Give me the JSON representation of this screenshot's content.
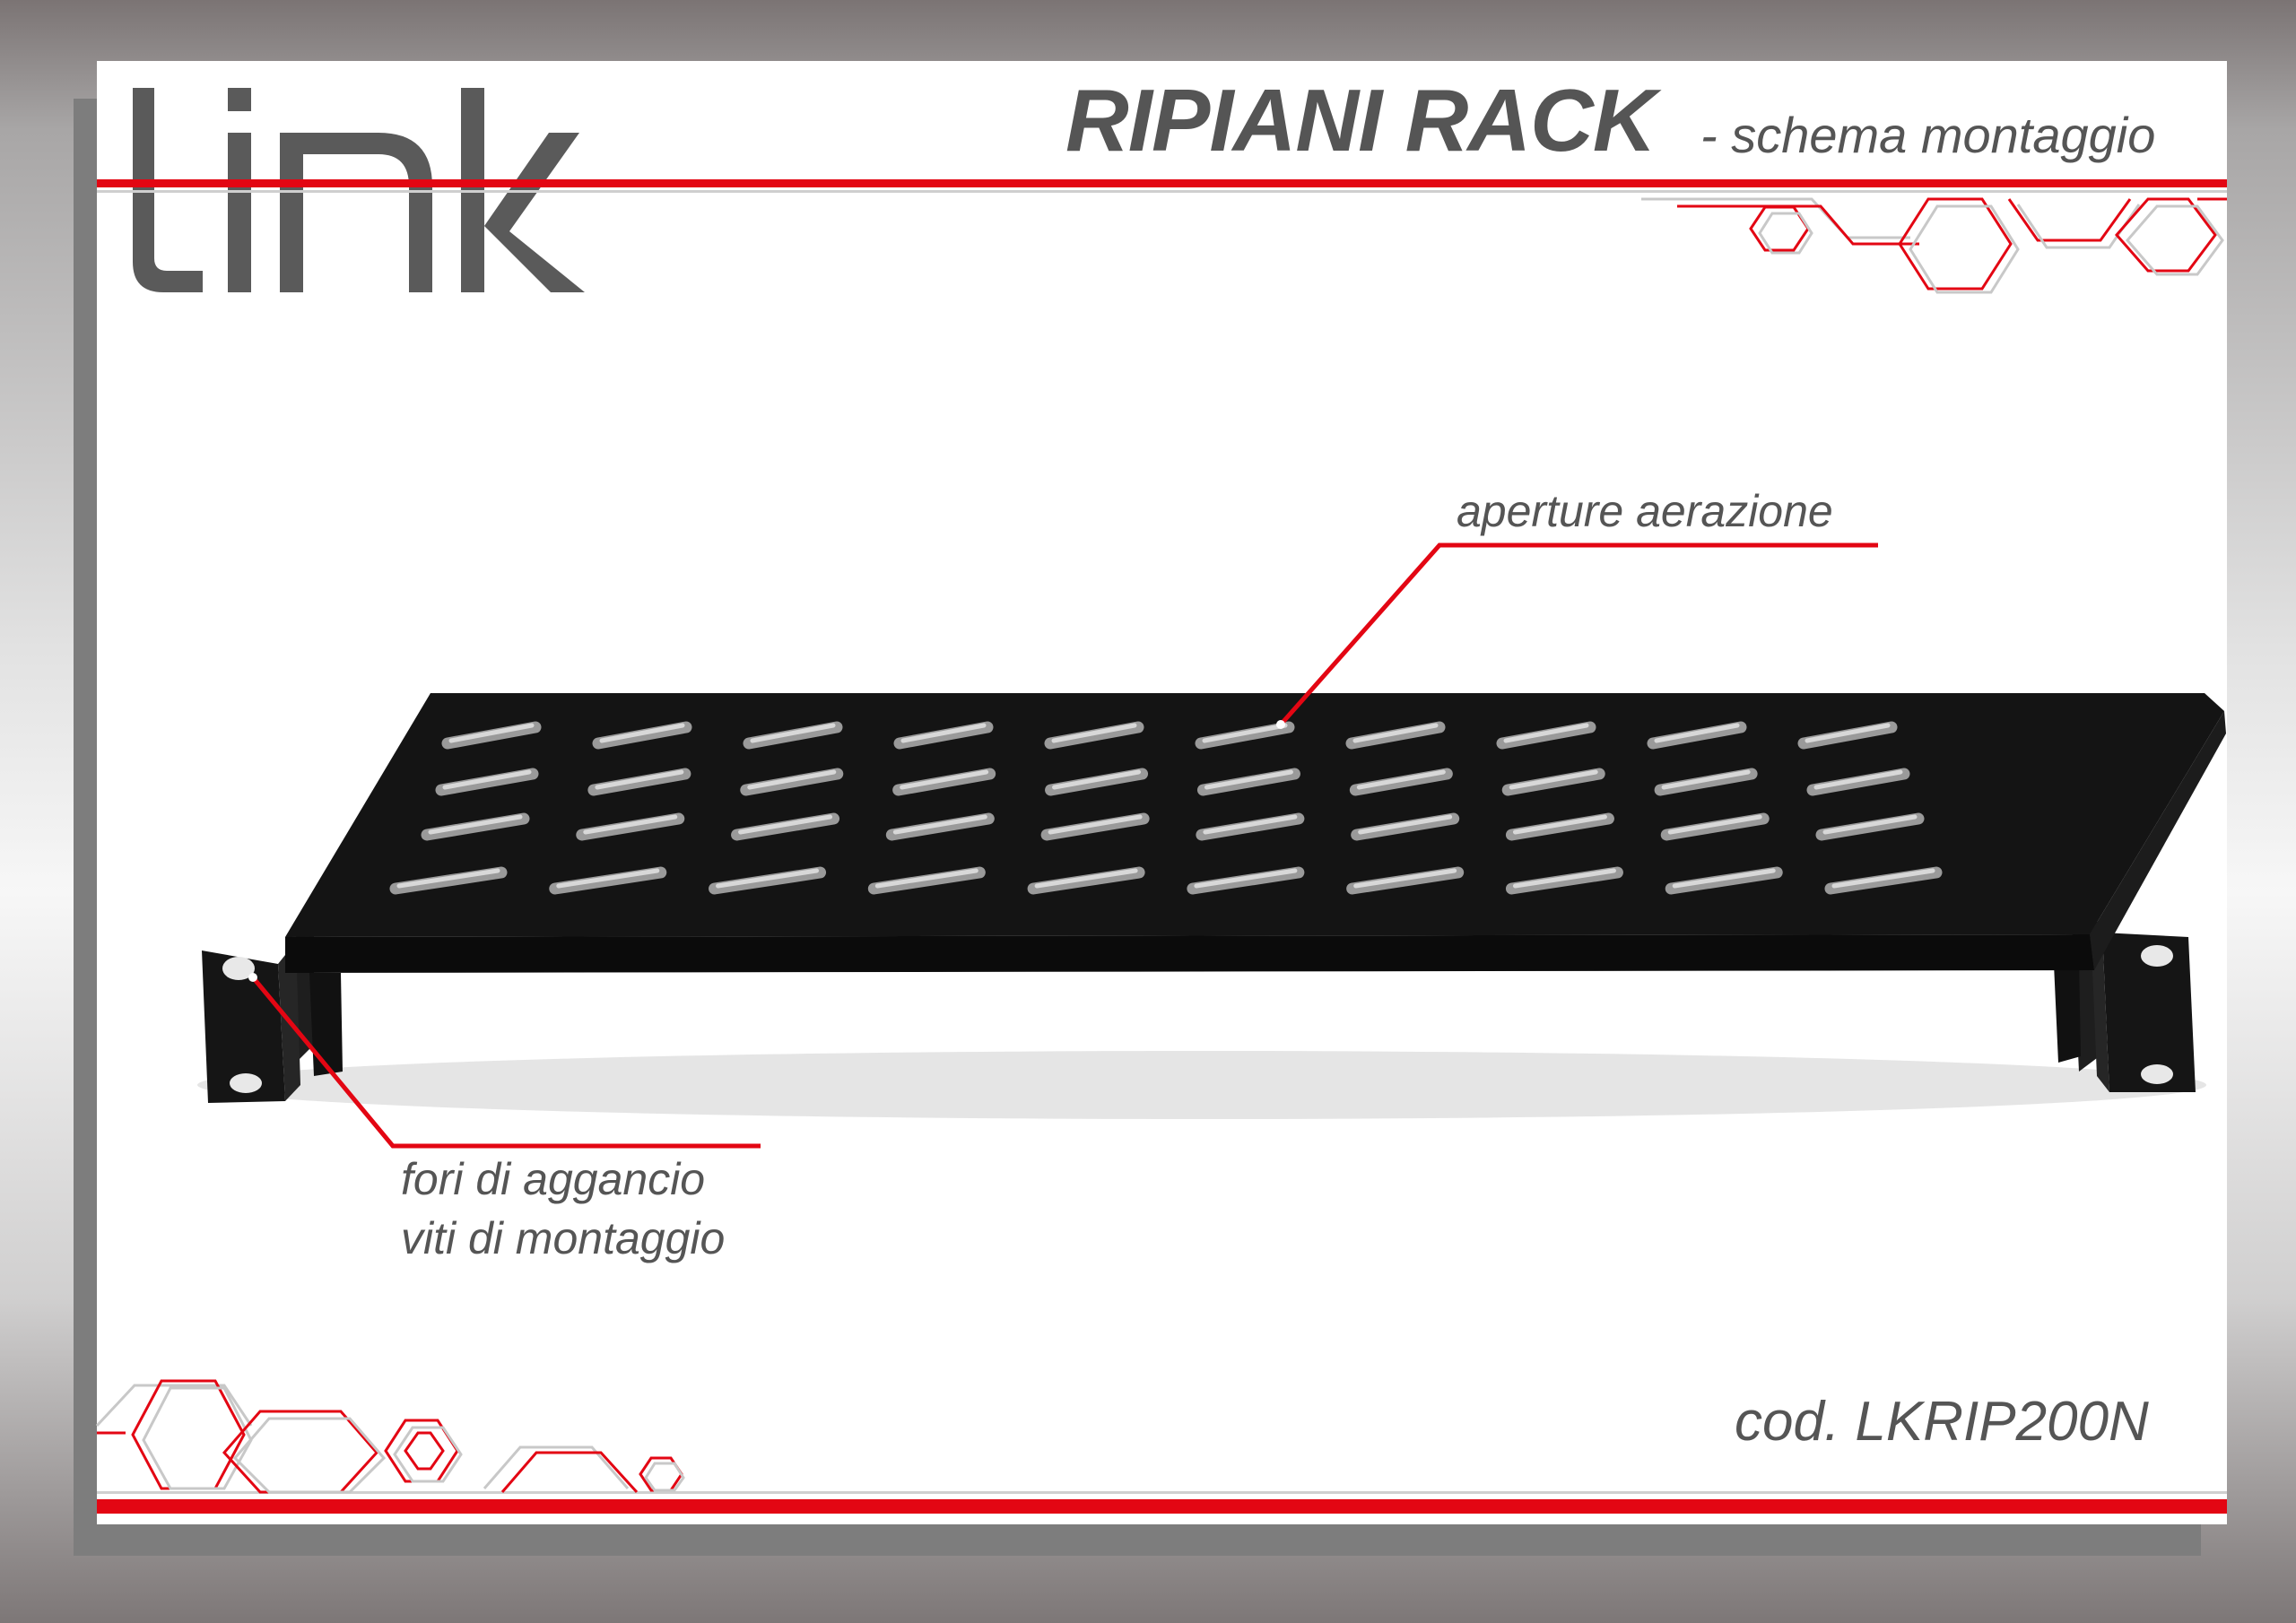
{
  "brand": {
    "logo_text": "link"
  },
  "header": {
    "title": "RIPIANI RACK",
    "subtitle": "- schema montaggio"
  },
  "callouts": {
    "ventilation": "aperture aerazione",
    "mount_holes_line1": "fori di aggancio",
    "mount_holes_line2": "viti di montaggio"
  },
  "product": {
    "code": "cod. LKRIP200N"
  },
  "colors": {
    "accent_red": "#e30613",
    "text_gray": "#555555",
    "logo_gray": "#5a5a5a",
    "shelf_black": "#141414"
  },
  "icons": [
    "hexagon-pattern-top",
    "hexagon-pattern-bottom"
  ]
}
